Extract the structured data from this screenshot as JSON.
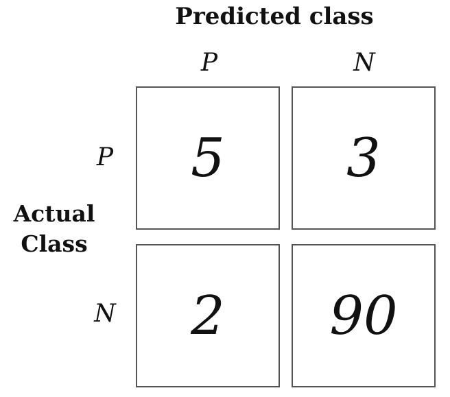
{
  "header": {
    "predicted_title": "Predicted class",
    "columns": [
      "P",
      "N"
    ]
  },
  "side": {
    "actual_title_line1": "Actual",
    "actual_title_line2": "Class",
    "rows": [
      "P",
      "N"
    ]
  },
  "matrix": {
    "cells": [
      [
        "5",
        "3"
      ],
      [
        "2",
        "90"
      ]
    ]
  },
  "colors": {
    "border": "#555555",
    "text": "#111111",
    "background": "#ffffff"
  }
}
